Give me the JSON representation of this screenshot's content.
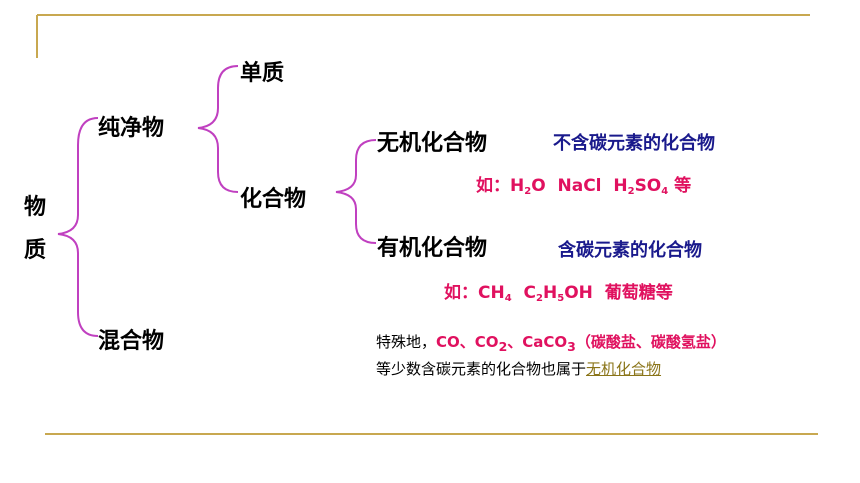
{
  "colors": {
    "frame_line": "#c8a850",
    "brace": "#c040c0",
    "node_text": "#000000",
    "desc_text": "#1a1a8c",
    "example_text": "#e0115f",
    "link_text": "#8a7418"
  },
  "root": {
    "char1": "物",
    "char2": "质"
  },
  "pure": "纯净物",
  "mixture": "混合物",
  "element": "单质",
  "compound": "化合物",
  "inorganic": {
    "label": "无机化合物",
    "desc": "不含碳元素的化合物",
    "example": {
      "prefix": "如：",
      "h": "H",
      "two": "2",
      "o": "O",
      "nacl": "NaCl",
      "h2": "H",
      "two2": "2",
      "so": "SO",
      "four": "4",
      "suffix": "等"
    }
  },
  "organic": {
    "label": "有机化合物",
    "desc": "含碳元素的化合物",
    "example": {
      "prefix": "如：",
      "ch": "CH",
      "four": "4",
      "c": "C",
      "two": "2",
      "h": "H",
      "five": "5",
      "oh": "OH",
      "suffix": "葡萄糖等"
    }
  },
  "note": {
    "lead": "特殊地，",
    "co": "CO",
    "sep1": "、",
    "co2a": "CO",
    "co2b": "2",
    "sep2": "、",
    "caco": "CaCO",
    "three": "3",
    "paren": "（碳酸盐、碳酸氢盐）",
    "line2": "等少数含碳元素的化合物也属于",
    "link": "无机化合物"
  }
}
